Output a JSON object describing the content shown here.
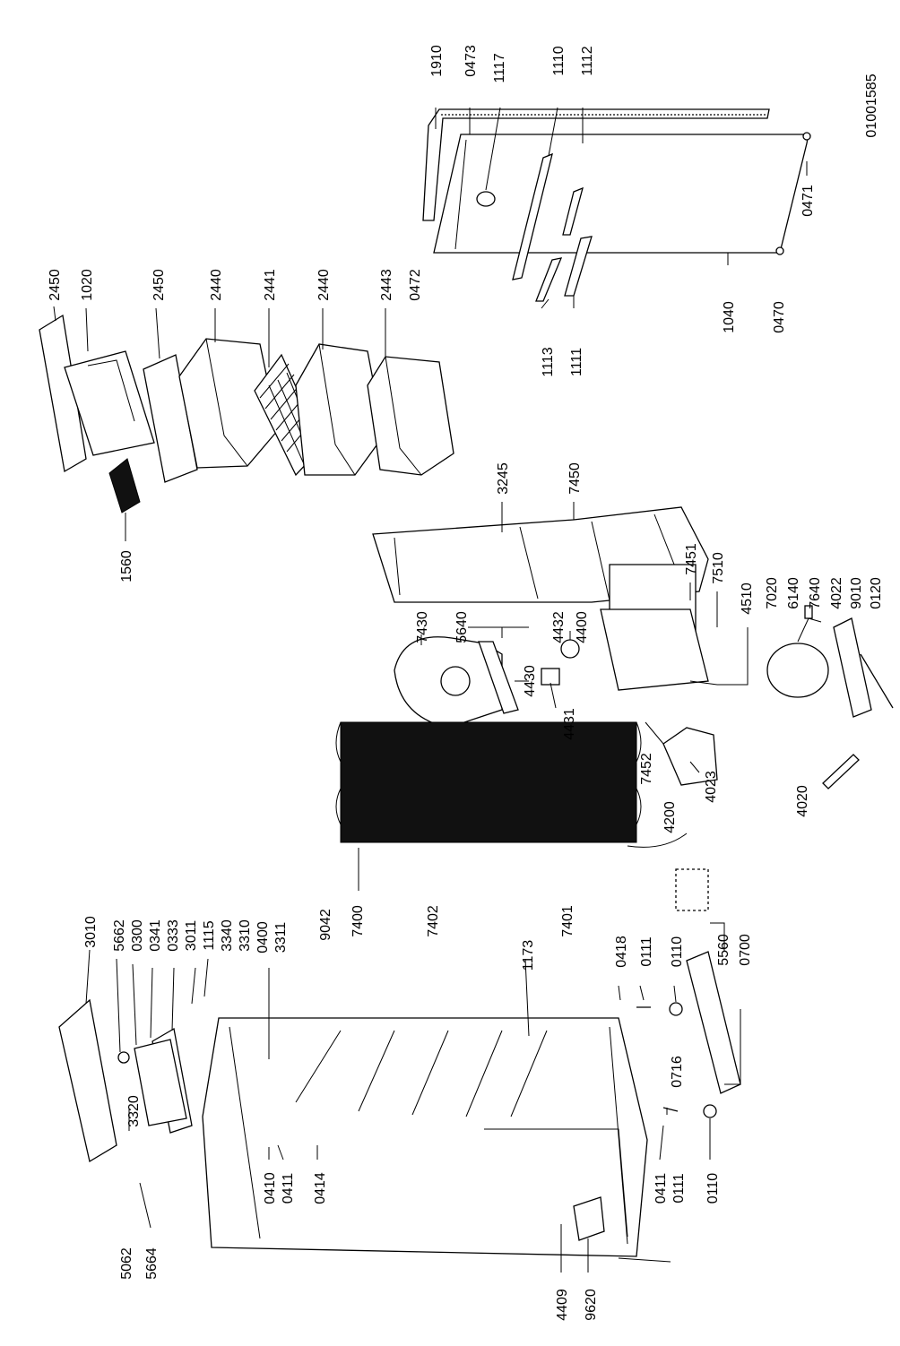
{
  "drawing_code": "01001585",
  "labels": {
    "l1910": "1910",
    "l0473": "0473",
    "l1117": "1117",
    "l1110": "1110",
    "l1112": "1112",
    "l0471": "0471",
    "l1040": "1040",
    "l0470": "0470",
    "l1113": "1113",
    "l1111": "1111",
    "l2450a": "2450",
    "l1020": "1020",
    "l2450b": "2450",
    "l2440a": "2440",
    "l2441": "2441",
    "l2440b": "2440",
    "l2443": "2443",
    "l0472": "0472",
    "l1560": "1560",
    "l3245": "3245",
    "l7450": "7450",
    "l7451": "7451",
    "l7510": "7510",
    "l4510": "4510",
    "l7020": "7020",
    "l6140": "6140",
    "l7640": "7640",
    "l4022": "4022",
    "l9010": "9010",
    "l0120": "0120",
    "l7430": "7430",
    "l5640": "5640",
    "l4432": "4432",
    "l4400": "4400",
    "l4430": "4430",
    "l4431": "4431",
    "l7452": "7452",
    "l4200": "4200",
    "l4023": "4023",
    "l4020": "4020",
    "l3010": "3010",
    "l5662": "5662",
    "l0300": "0300",
    "l0341": "0341",
    "l0333": "0333",
    "l3011": "3011",
    "l1115": "1115",
    "l3340": "3340",
    "l3310": "3310",
    "l0400": "0400",
    "l3311": "3311",
    "l9042": "9042",
    "l7400": "7400",
    "l7402": "7402",
    "l7401": "7401",
    "l1173": "1173",
    "l0418": "0418",
    "l0111a": "0111",
    "l0110a": "0110",
    "l5560": "5560",
    "l0700": "0700",
    "l0716": "0716",
    "l3320": "3320",
    "l0410": "0410",
    "l0411a": "0411",
    "l0414": "0414",
    "l0411b": "0411",
    "l0111b": "0111",
    "l0110b": "0110",
    "l5062": "5062",
    "l5664": "5664",
    "l4409": "4409",
    "l9620": "9620"
  }
}
